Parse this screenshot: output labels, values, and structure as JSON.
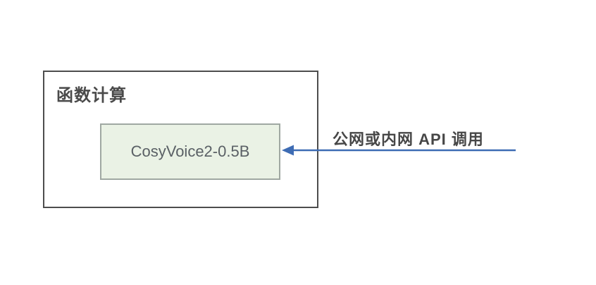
{
  "diagram": {
    "outer_box": {
      "label": "函数计算"
    },
    "inner_box": {
      "label": "CosyVoice2-0.5B"
    },
    "arrow": {
      "label": "公网或内网 API 调用",
      "direction": "left"
    }
  },
  "colors": {
    "background": "#ffffff",
    "outer-border": "#4d4d4d",
    "outer-label": "#4a4a4a",
    "inner-fill": "#eaf2e5",
    "inner-border": "#a0a8a2",
    "inner-label": "#5a6065",
    "arrow": "#3e6cb4",
    "arrow-label": "#474747"
  }
}
